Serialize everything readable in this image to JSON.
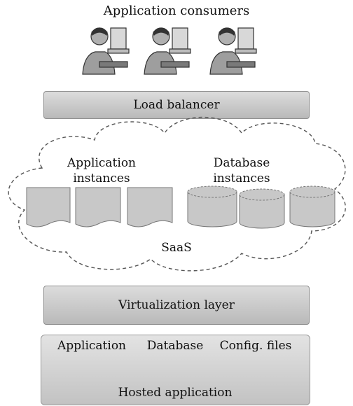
{
  "consumers": {
    "title": "Application consumers",
    "users": [
      "user-1",
      "user-2",
      "user-3"
    ]
  },
  "load_balancer": {
    "label": "Load balancer"
  },
  "cloud": {
    "app_instances_label": "Application\ninstances",
    "db_instances_label": "Database\ninstances",
    "saas_label": "SaaS"
  },
  "virtualization": {
    "label": "Virtualization layer"
  },
  "hosted": {
    "application_label": "Application",
    "database_label": "Database",
    "config_label": "Config. files",
    "title": "Hosted application"
  },
  "colors": {
    "component_fill": "#c8c8c8",
    "bar_fill": "#cccccc",
    "outline": "#444444"
  }
}
